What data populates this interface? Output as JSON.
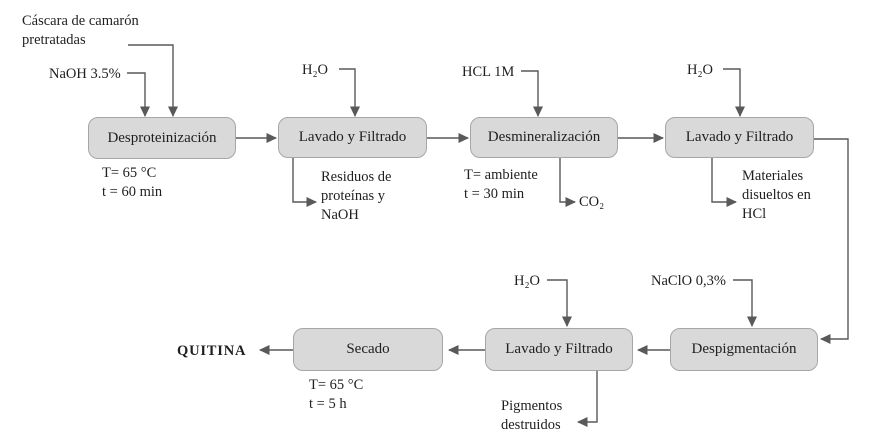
{
  "diagram": {
    "boxes": [
      {
        "label": "Desproteinización"
      },
      {
        "label": "Lavado y Filtrado"
      },
      {
        "label": "Desmineralización"
      },
      {
        "label": "Lavado y Filtrado"
      },
      {
        "label": "Despigmentación"
      },
      {
        "label": "Lavado y Filtrado"
      },
      {
        "label": "Secado"
      }
    ],
    "inputs": {
      "feed": "Cáscara de camarón\npretratadas",
      "naoh": "NaOH 3.5%",
      "h2o_wash1": "H₂O",
      "hcl": "HCL 1M",
      "h2o_wash2": "H₂O",
      "naclo": "NaClO 0,3%",
      "h2o_wash3": "H₂O"
    },
    "conditions": {
      "desproteinizacion": "T= 65 °C\nt = 60 min",
      "desmineralizacion": "T= ambiente\nt = 30 min",
      "secado": "T= 65 °C\nt = 5 h"
    },
    "outputs": {
      "residuos": "Residuos de\nproteínas y\nNaOH",
      "co2": "CO₂",
      "materiales": "Materiales\ndisueltos en\nHCl",
      "pigmentos": "Pigmentos\ndestruidos",
      "producto_final": "QUITINA"
    },
    "colors": {
      "box_fill": "#d9d9d9",
      "box_border": "#a6a6a6",
      "line": "#595959",
      "text": "#1f1f1f"
    }
  }
}
